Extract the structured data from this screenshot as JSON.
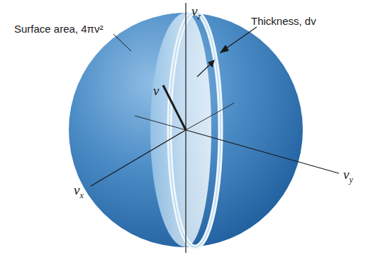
{
  "diagram": {
    "labels": [
      "Surface area, 4πv²",
      "Thickness, dv",
      "v",
      "vz",
      "vx",
      "vy"
    ]
  }
}
